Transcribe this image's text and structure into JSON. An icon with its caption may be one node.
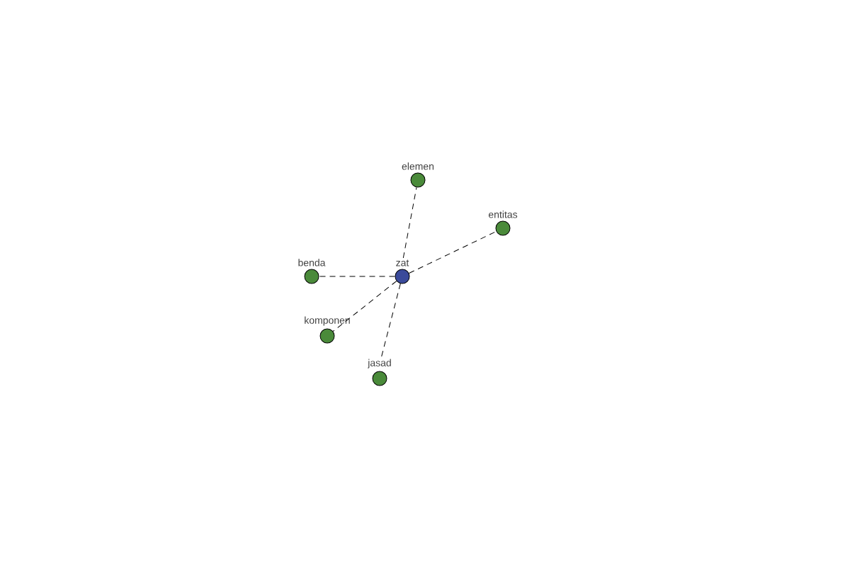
{
  "diagram": {
    "nodes": [
      {
        "text": [
          "zat"
        ]
      },
      {
        "text": [
          "elemen"
        ]
      },
      {
        "text": [
          "entitas"
        ]
      },
      {
        "text": [
          "benda"
        ]
      },
      {
        "text": [
          "komponen"
        ]
      },
      {
        "text": [
          "jasad"
        ]
      }
    ],
    "edges": [
      {
        "from": 0,
        "to": 1,
        "arrow": "none",
        "style": "dashed"
      },
      {
        "from": 0,
        "to": 2,
        "arrow": "none",
        "style": "dashed"
      },
      {
        "from": 0,
        "to": 3,
        "arrow": "none",
        "style": "dashed"
      },
      {
        "from": 0,
        "to": 4,
        "arrow": "none",
        "style": "dashed"
      },
      {
        "from": 0,
        "to": 5,
        "arrow": "none",
        "style": "dashed"
      }
    ]
  }
}
